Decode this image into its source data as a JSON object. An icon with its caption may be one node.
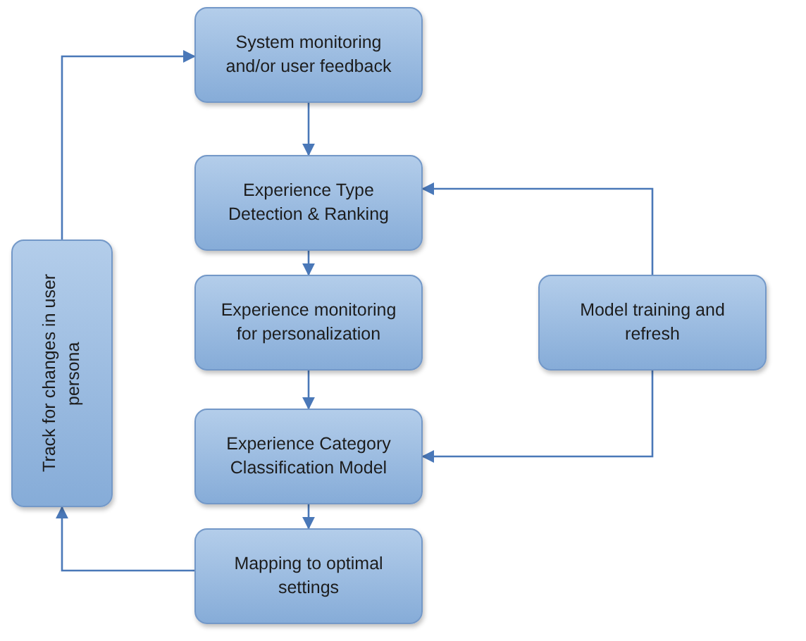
{
  "diagram": {
    "nodes": [
      {
        "text": [
          "System monitoring and/or user feedback"
        ]
      },
      {
        "text": [
          "Experience Type Detection & Ranking"
        ]
      },
      {
        "text": [
          "Experience monitoring for personalization"
        ]
      },
      {
        "text": [
          "Experience Category Classification Model"
        ]
      },
      {
        "text": [
          "Mapping to optimal settings"
        ]
      },
      {
        "text": [
          "Model training and refresh"
        ]
      },
      {
        "text": [
          "Track for changes in user persona"
        ]
      }
    ],
    "edges": [
      {
        "from": 0,
        "to": 1,
        "arrow": "to"
      },
      {
        "from": 1,
        "to": 2,
        "arrow": "to"
      },
      {
        "from": 2,
        "to": 3,
        "arrow": "to"
      },
      {
        "from": 3,
        "to": 4,
        "arrow": "to"
      },
      {
        "from": 5,
        "to": 1,
        "arrow": "to"
      },
      {
        "from": 5,
        "to": 3,
        "arrow": "to"
      },
      {
        "from": 4,
        "to": 6,
        "arrow": "to"
      },
      {
        "from": 6,
        "to": 0,
        "arrow": "to"
      }
    ]
  }
}
